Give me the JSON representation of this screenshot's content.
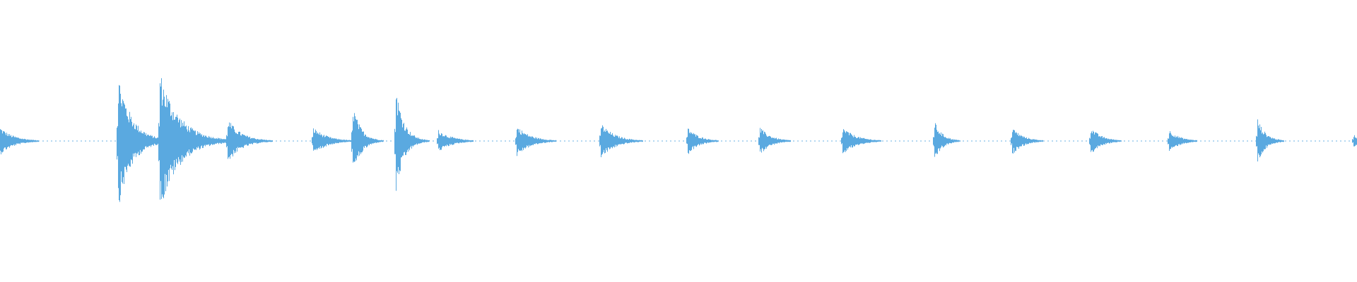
{
  "waveform": {
    "color": "#5aa9e0",
    "background": "#ffffff",
    "duration_fraction_visible": 1.0,
    "transients": [
      {
        "t": 0.0,
        "amp": 0.1,
        "decay": 0.01
      },
      {
        "t": 0.087,
        "amp": 0.48,
        "decay": 0.01
      },
      {
        "t": 0.118,
        "amp": 0.5,
        "decay": 0.014
      },
      {
        "t": 0.168,
        "amp": 0.16,
        "decay": 0.01
      },
      {
        "t": 0.231,
        "amp": 0.1,
        "decay": 0.01
      },
      {
        "t": 0.26,
        "amp": 0.26,
        "decay": 0.006
      },
      {
        "t": 0.292,
        "amp": 0.38,
        "decay": 0.006
      },
      {
        "t": 0.323,
        "amp": 0.08,
        "decay": 0.01
      },
      {
        "t": 0.381,
        "amp": 0.11,
        "decay": 0.01
      },
      {
        "t": 0.443,
        "amp": 0.13,
        "decay": 0.01
      },
      {
        "t": 0.507,
        "amp": 0.1,
        "decay": 0.008
      },
      {
        "t": 0.56,
        "amp": 0.1,
        "decay": 0.008
      },
      {
        "t": 0.621,
        "amp": 0.1,
        "decay": 0.01
      },
      {
        "t": 0.689,
        "amp": 0.14,
        "decay": 0.006
      },
      {
        "t": 0.746,
        "amp": 0.1,
        "decay": 0.008
      },
      {
        "t": 0.804,
        "amp": 0.1,
        "decay": 0.008
      },
      {
        "t": 0.862,
        "amp": 0.08,
        "decay": 0.008
      },
      {
        "t": 0.927,
        "amp": 0.16,
        "decay": 0.006
      },
      {
        "t": 0.998,
        "amp": 0.05,
        "decay": 0.004
      }
    ]
  }
}
